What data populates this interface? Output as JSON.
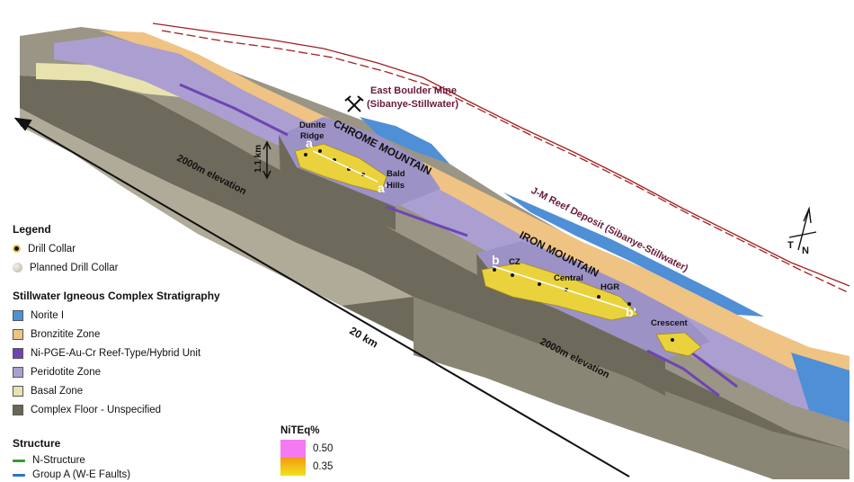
{
  "labels": {
    "mine_name": "East Boulder Mine",
    "mine_owner": "(Sibanye-Stillwater)",
    "reef_deposit": "J-M Reef Deposit (Sibanye-Stillwater)",
    "chrome_mountain": "CHROME MOUNTAIN",
    "iron_mountain": "IRON MOUNTAIN",
    "dunite_ridge_1": "Dunite",
    "dunite_ridge_2": "Ridge",
    "bald_hills_1": "Bald",
    "bald_hills_2": "Hills",
    "cz": "CZ",
    "central": "Central",
    "hgr": "HGR",
    "crescent": "Crescent",
    "section_a": "a",
    "section_a_prime": "a'",
    "section_b": "b",
    "section_b_prime": "b'",
    "elevation_chrome": "2000m elevation",
    "elevation_iron": "2000m elevation",
    "thickness": "1.1 km",
    "distance": "20 km",
    "north_T": "T",
    "north_N": "N"
  },
  "legend": {
    "title": "Legend",
    "drill_collar": "Drill Collar",
    "planned_drill_collar": "Planned Drill Collar"
  },
  "stratigraphy": {
    "title": "Stillwater Igneous Complex Stratigraphy",
    "items": [
      {
        "label": "Norite I",
        "color": "#4f8fd6"
      },
      {
        "label": "Bronzitite Zone",
        "color": "#efc384"
      },
      {
        "label": "Ni-PGE-Au-Cr Reef-Type/Hybrid Unit",
        "color": "#6e45b3"
      },
      {
        "label": "Peridotite Zone",
        "color": "#ab9fd1"
      },
      {
        "label": "Basal Zone",
        "color": "#e8e3ae"
      },
      {
        "label": "Complex Floor - Unspecified",
        "color": "#6b6757"
      }
    ]
  },
  "structure": {
    "title": "Structure",
    "items": [
      {
        "label": "N-Structure",
        "color": "#2e9e2e"
      },
      {
        "label": "Group A (W-E Faults)",
        "color": "#2f6fd6"
      }
    ]
  },
  "niteq": {
    "title": "NiTEq%",
    "items": [
      {
        "label": "0.50",
        "color": "#f57af2"
      },
      {
        "label": "0.35",
        "color": "#f39a12"
      }
    ]
  },
  "colors": {
    "floor": "#8f8a78",
    "floor_dark": "#6e6a5b",
    "floor_side": "#b5b1a1",
    "norite": "#4f8fd6",
    "bronzitite": "#efc384",
    "peridotite": "#ab9fd1",
    "reef": "#6e45b3",
    "basal": "#e8e3ae",
    "ore": "#e9d23c",
    "reef_line": "#a32020",
    "label_dark": "#6a1a3a"
  }
}
